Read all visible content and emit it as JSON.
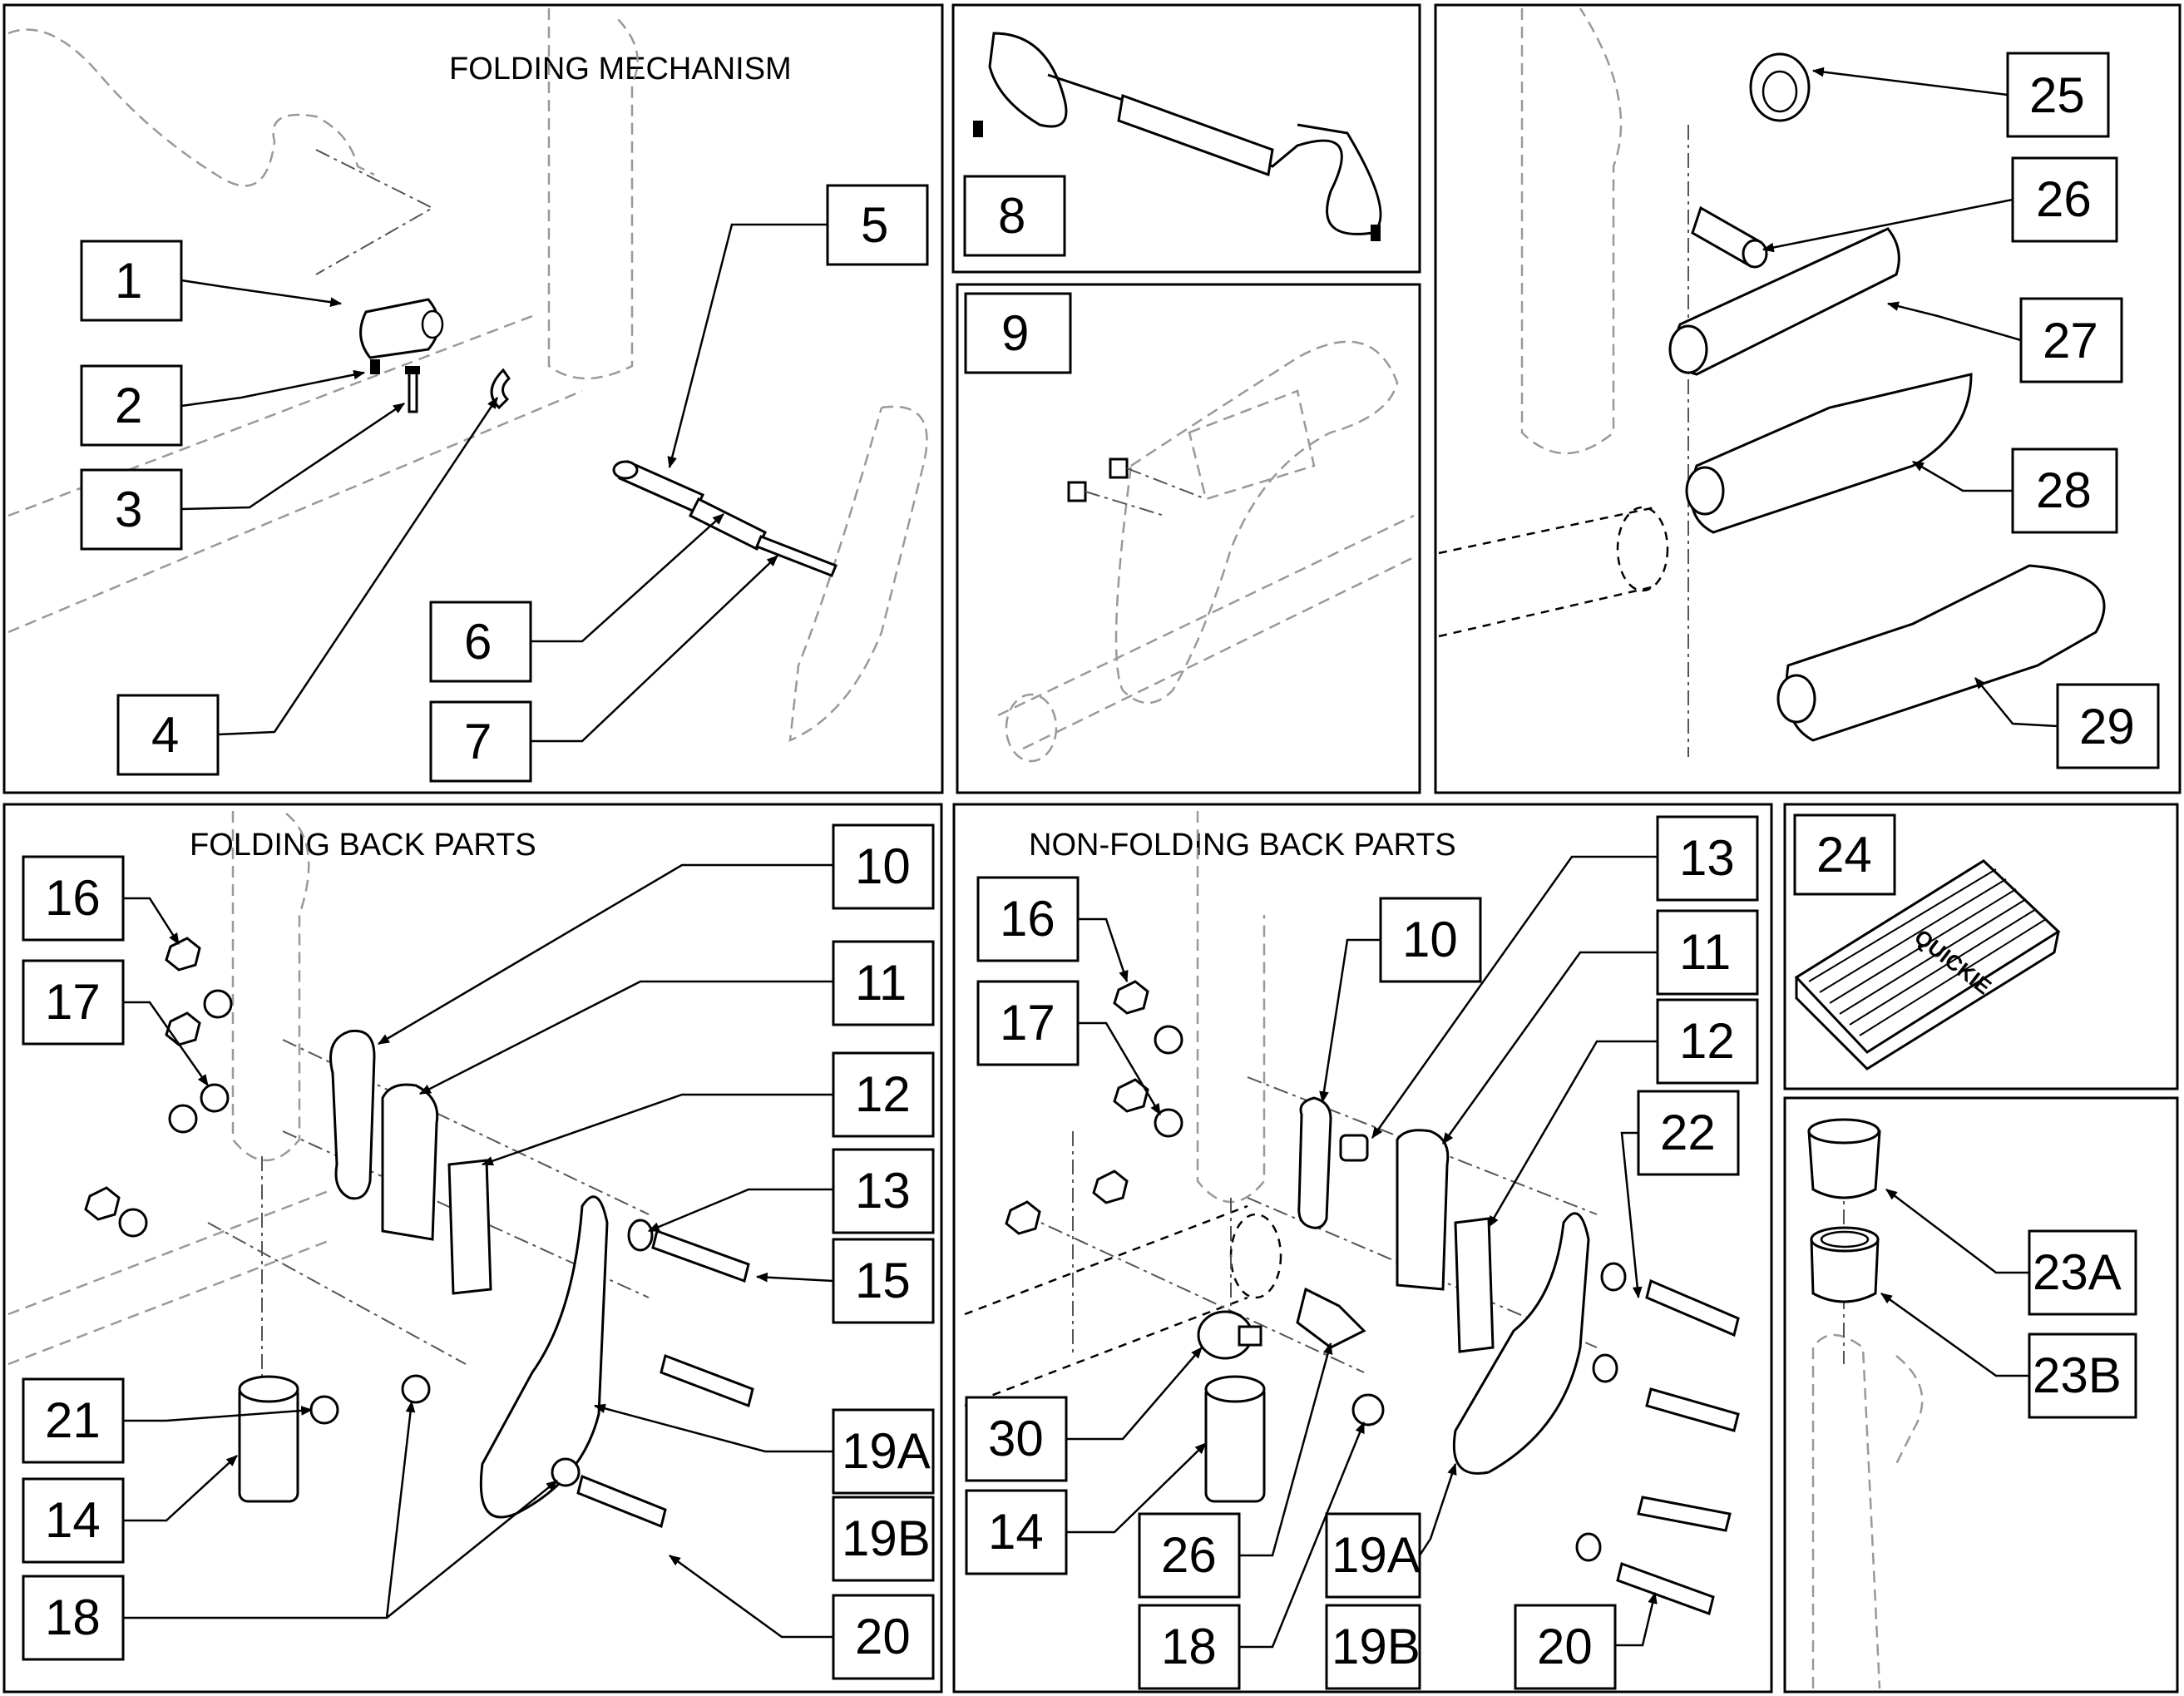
{
  "sections": {
    "folding_mechanism": "FOLDING MECHANISM",
    "folding_back_parts": "FOLDING BACK PARTS",
    "non_folding_back_parts": "NON-FOLDING BACK PARTS"
  },
  "callouts": {
    "c1": "1",
    "c2": "2",
    "c3": "3",
    "c4": "4",
    "c5": "5",
    "c6": "6",
    "c7": "7",
    "c8": "8",
    "c9": "9",
    "c25": "25",
    "c26": "26",
    "c27": "27",
    "c28": "28",
    "c29": "29",
    "fb10": "10",
    "fb11": "11",
    "fb12": "12",
    "fb13": "13",
    "fb14": "14",
    "fb15": "15",
    "fb16": "16",
    "fb17": "17",
    "fb18": "18",
    "fb19a": "19A",
    "fb19b": "19B",
    "fb20": "20",
    "fb21": "21",
    "nf10": "10",
    "nf11": "11",
    "nf12": "12",
    "nf13": "13",
    "nf14": "14",
    "nf16": "16",
    "nf17": "17",
    "nf18": "18",
    "nf19a": "19A",
    "nf19b": "19B",
    "nf20": "20",
    "nf22": "22",
    "nf26": "26",
    "nf30": "30",
    "c24": "24",
    "c23a": "23A",
    "c23b": "23B"
  },
  "mat_logo": "QUICKIE"
}
